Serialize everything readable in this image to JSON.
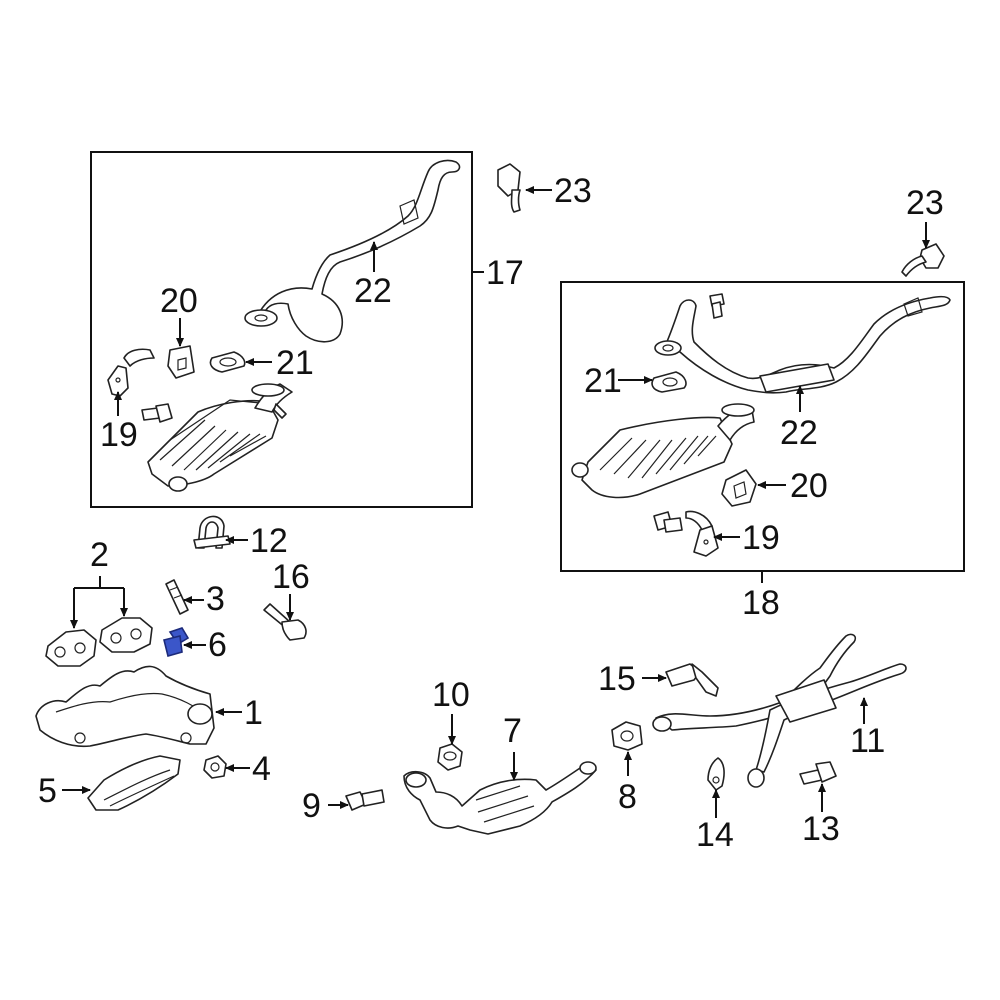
{
  "callouts": [
    {
      "id": "c1",
      "text": "1"
    },
    {
      "id": "c2",
      "text": "2"
    },
    {
      "id": "c3",
      "text": "3"
    },
    {
      "id": "c4",
      "text": "4"
    },
    {
      "id": "c5",
      "text": "5"
    },
    {
      "id": "c6",
      "text": "6"
    },
    {
      "id": "c7",
      "text": "7"
    },
    {
      "id": "c8",
      "text": "8"
    },
    {
      "id": "c9",
      "text": "9"
    },
    {
      "id": "c10",
      "text": "10"
    },
    {
      "id": "c11",
      "text": "11"
    },
    {
      "id": "c12",
      "text": "12"
    },
    {
      "id": "c13",
      "text": "13"
    },
    {
      "id": "c14",
      "text": "14"
    },
    {
      "id": "c15",
      "text": "15"
    },
    {
      "id": "c16",
      "text": "16"
    },
    {
      "id": "c17",
      "text": "17"
    },
    {
      "id": "c18",
      "text": "18"
    },
    {
      "id": "c19a",
      "text": "19"
    },
    {
      "id": "c19b",
      "text": "19"
    },
    {
      "id": "c20a",
      "text": "20"
    },
    {
      "id": "c20b",
      "text": "20"
    },
    {
      "id": "c21a",
      "text": "21"
    },
    {
      "id": "c21b",
      "text": "21"
    },
    {
      "id": "c22a",
      "text": "22"
    },
    {
      "id": "c22b",
      "text": "22"
    },
    {
      "id": "c23a",
      "text": "23"
    },
    {
      "id": "c23b",
      "text": "23"
    }
  ],
  "highlight_color": "#3b56c9",
  "highlighted_part": "6"
}
